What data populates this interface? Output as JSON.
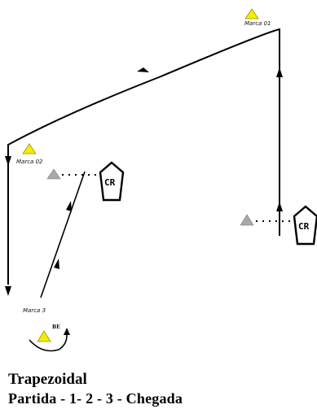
{
  "marks": {
    "mark1": "Marca 01",
    "mark2": "Marca 02",
    "mark3": "Marca 3",
    "mark3_tag": "BE"
  },
  "committee_boats": [
    "CR",
    "CR"
  ],
  "caption": {
    "title": "Trapezoidal",
    "subtitle": "Partida - 1- 2 - 3 - Chegada"
  },
  "colors": {
    "buoy_fill": "#f2ee00",
    "start_buoy_fill": "#a8a8a8",
    "line": "#000000"
  }
}
